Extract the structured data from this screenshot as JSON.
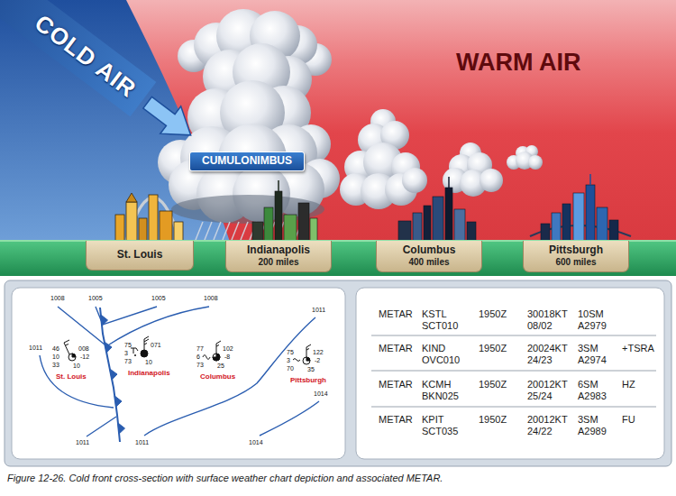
{
  "diagram": {
    "caption": "Figure 12-26. Cold front cross-section with surface weather chart depiction and associated METAR.",
    "nodes": [
      {
        "text": [
          "CUMULONIMBUS"
        ]
      },
      {
        "text": [
          "St. Louis"
        ]
      },
      {
        "text": [
          "Indianapolis",
          "200 miles"
        ]
      },
      {
        "text": [
          "Columbus",
          "400 miles"
        ]
      },
      {
        "text": [
          "Pittsburgh",
          "600 miles"
        ]
      }
    ],
    "labels": [
      "COLD AIR",
      "WARM AIR",
      "1008",
      "1005",
      "1005",
      "1008",
      "1011",
      "1011",
      "1014",
      "1011",
      "1011",
      "1014",
      "46",
      "10",
      "33",
      "008",
      "-12",
      "10",
      "St. Louis",
      "75",
      "3",
      "73",
      "071",
      "10",
      "Indianapolis",
      "77",
      "6",
      "73",
      "102",
      "-8",
      "25",
      "Columbus",
      "75",
      "3",
      "70",
      "122",
      "-2",
      "35",
      "Pittsburgh",
      "METAR",
      "KSTL",
      "1950Z",
      "30018KT",
      "10SM",
      "SCT010",
      "08/02",
      "A2979",
      "METAR",
      "KIND",
      "1950Z",
      "20024KT",
      "3SM",
      "+TSRA",
      "OVC010",
      "24/23",
      "A2974",
      "METAR",
      "KCMH",
      "1950Z",
      "20012KT",
      "6SM",
      "HZ",
      "BKN025",
      "25/24",
      "A2983",
      "METAR",
      "KPIT",
      "1950Z",
      "20012KT",
      "3SM",
      "FU",
      "SCT035",
      "24/22",
      "A2989"
    ]
  }
}
